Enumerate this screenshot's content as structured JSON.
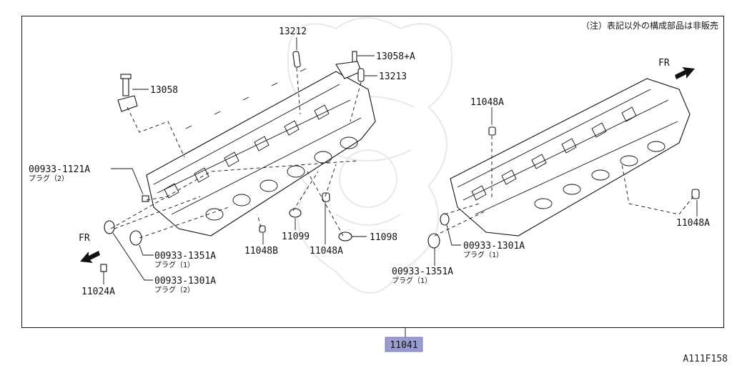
{
  "note": "（注）表記以外の構成部品は非販売",
  "direction_label": "FR",
  "main_part": {
    "number": "11041",
    "highlight": "#9a9cd0"
  },
  "reference_code": "A111F158",
  "callouts": {
    "c13212": "13212",
    "c13058a": "13058+A",
    "c13213": "13213",
    "c13058": "13058",
    "c00933_1121a": "00933-1121A",
    "c00933_1121a_sub": "プラグ（2）",
    "c11099": "11099",
    "c11048a_center": "11048A",
    "c11098": "11098",
    "c11048b": "11048B",
    "c00933_1351a_left": "00933-1351A",
    "c00933_1351a_left_sub": "プラグ（1）",
    "c00933_1301a_left": "00933-1301A",
    "c00933_1301a_left_sub": "プラグ（2）",
    "c11024a": "11024A",
    "c11048a_top": "11048A",
    "c11048a_right": "11048A",
    "c00933_1301a_right": "00933-1301A",
    "c00933_1301a_right_sub": "プラグ（1）",
    "c00933_1351a_right": "00933-1351A",
    "c00933_1351a_right_sub": "プラグ（1）"
  }
}
